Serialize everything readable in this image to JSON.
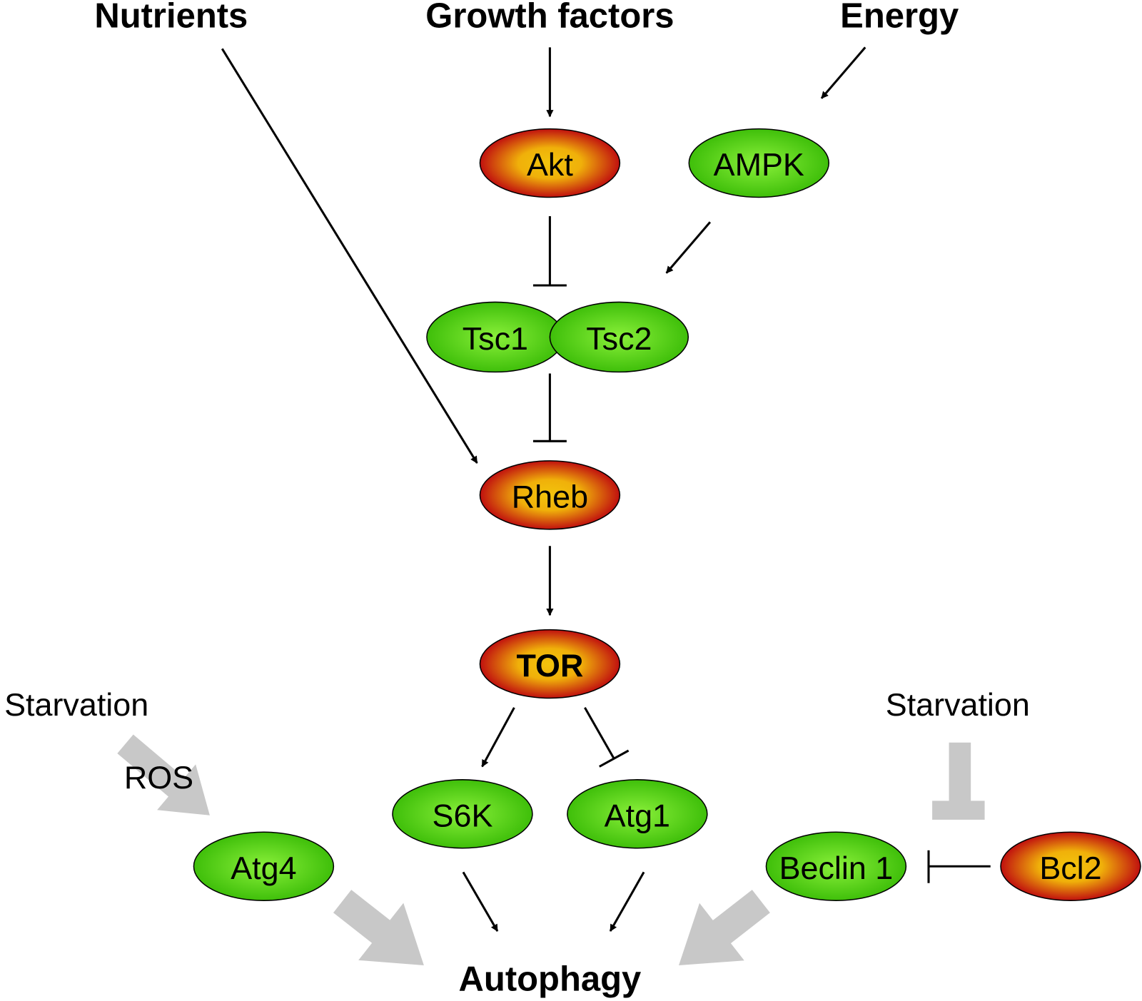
{
  "inputs": {
    "nutrients": "Nutrients",
    "growth_factors": "Growth factors",
    "energy": "Energy"
  },
  "output": "Autophagy",
  "side_labels": {
    "starvation_left": "Starvation",
    "ros": "ROS",
    "starvation_right": "Starvation"
  },
  "nodes": {
    "akt": "Akt",
    "ampk": "AMPK",
    "tsc1": "Tsc1",
    "tsc2": "Tsc2",
    "rheb": "Rheb",
    "tor": "TOR",
    "s6k": "S6K",
    "atg1": "Atg1",
    "atg4": "Atg4",
    "beclin1": "Beclin 1",
    "bcl2": "Bcl2"
  },
  "colors": {
    "activator_center": "#f2c40c",
    "activator_edge": "#c0100f",
    "protein_center": "#8af03a",
    "protein_edge": "#3fbf0a",
    "gray_arrow": "#c8c8c8"
  }
}
